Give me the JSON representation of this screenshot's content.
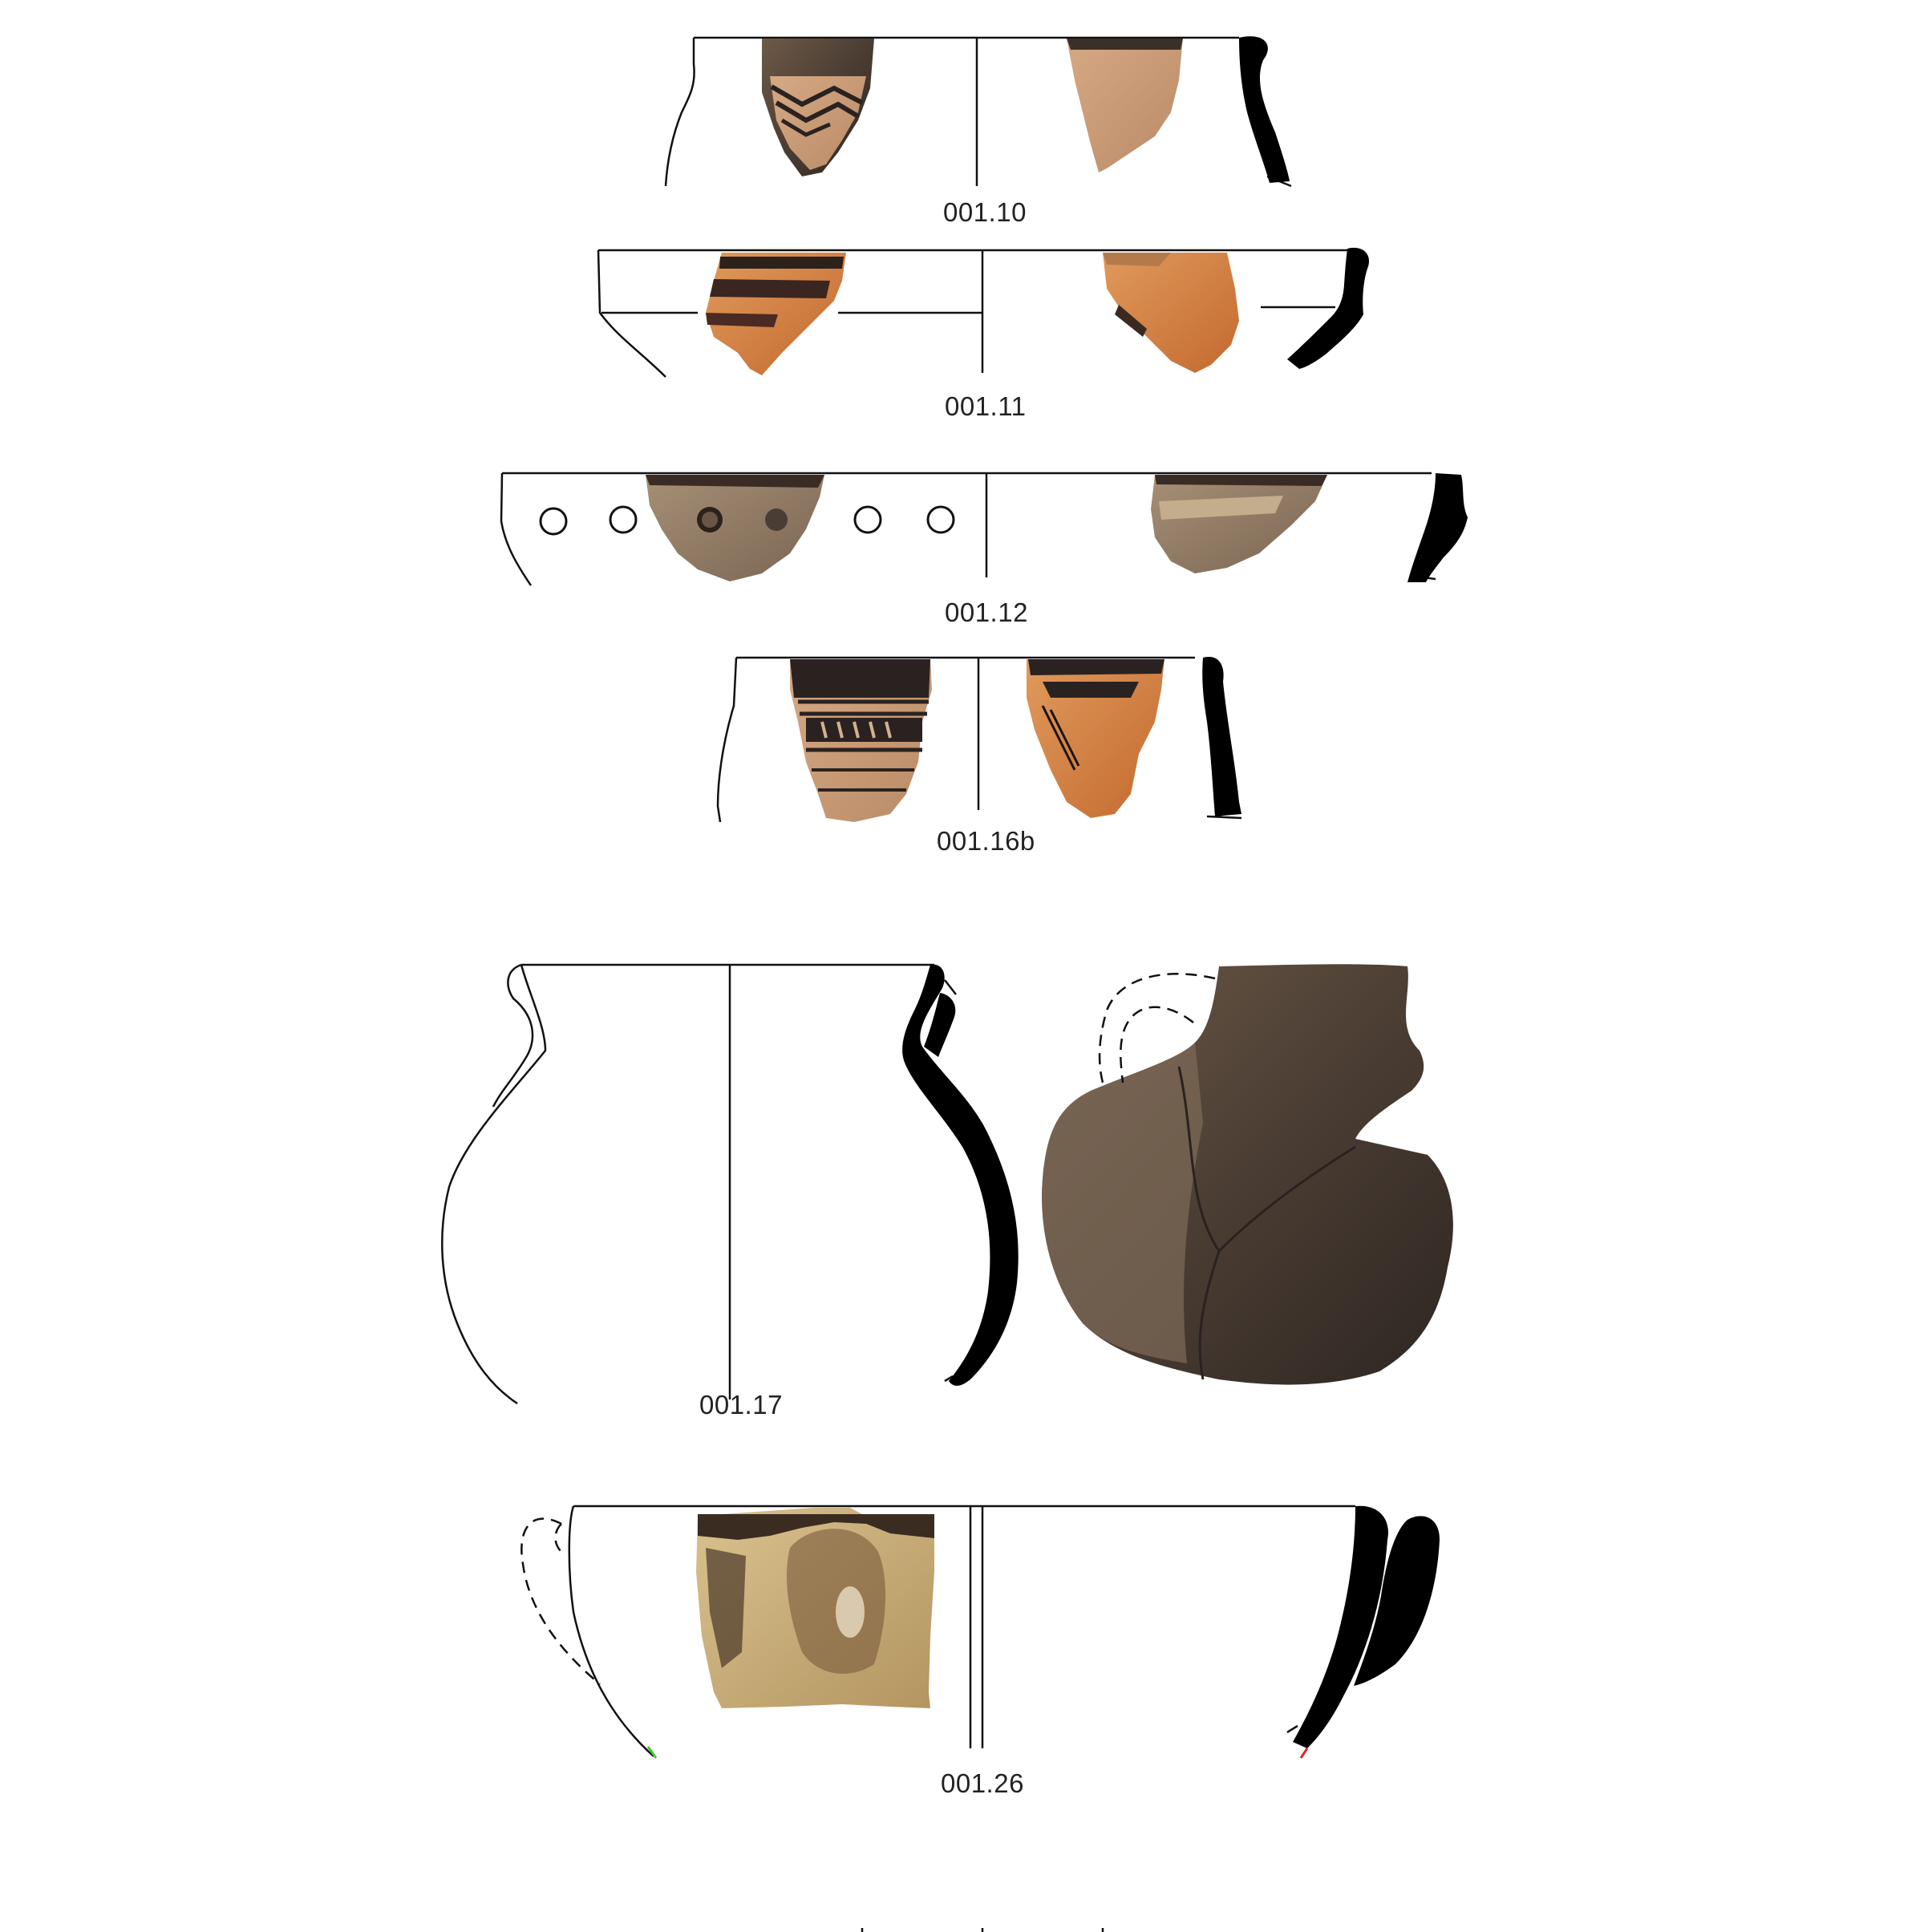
{
  "figure": {
    "labels": {
      "f1": "001.10",
      "f2": "001.11",
      "f3": "001.12",
      "f4": "001.16b",
      "f5": "001.17",
      "f6": "001.26"
    },
    "colors": {
      "line": "#111111",
      "section": "#000000",
      "sherd_dark": "#2a2220",
      "sherd_buff": "#c89a74",
      "sherd_orange": "#d07840",
      "sherd_grey": "#5a4d44",
      "sherd_yellow": "#c9ae78"
    },
    "scale_bar": {
      "segments": 10
    }
  }
}
